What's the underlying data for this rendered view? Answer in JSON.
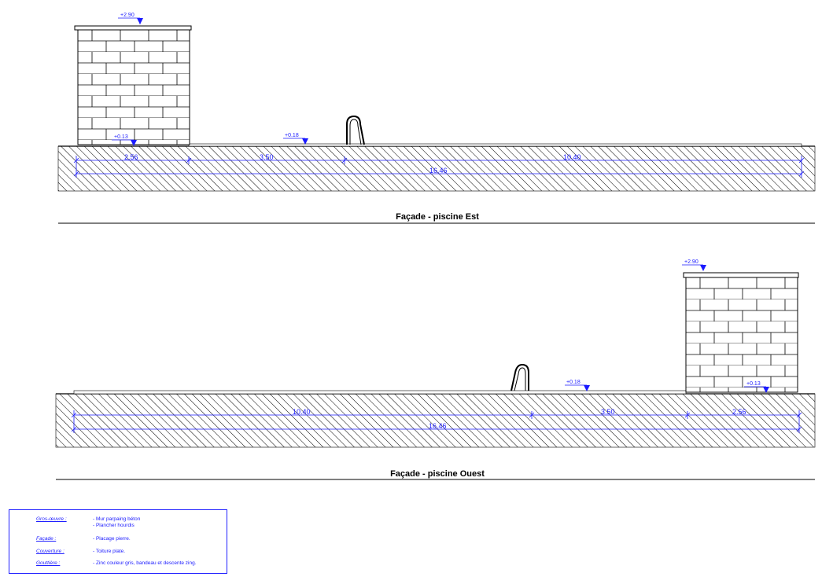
{
  "east": {
    "title": "Façade - piscine Est",
    "elev_top": "+2.90",
    "elev_wall_floor": "+0.13",
    "elev_deck": "+0.18",
    "dims_segments": [
      "2.56",
      "3.50",
      "10.40"
    ],
    "dim_total": "16.46"
  },
  "west": {
    "title": "Façade - piscine Ouest",
    "elev_top": "+2.90",
    "elev_wall_floor": "+0.13",
    "elev_deck": "+0.18",
    "dims_segments": [
      "10.40",
      "3.50",
      "2.56"
    ],
    "dim_total": "16.46"
  },
  "legend": {
    "rows": [
      {
        "key": "Gros-œuvre :",
        "value": "- Mur parpaing béton\n- Plancher hourdis"
      },
      {
        "key": "Façade :",
        "value": "- Placage pierre."
      },
      {
        "key": "Couverture :",
        "value": "- Toiture plate."
      },
      {
        "key": "Gouttière :",
        "value": "- Zinc couleur gris, bandeau et descente zing."
      }
    ]
  },
  "colors": {
    "dimension": "#1a1aff",
    "line": "#000000"
  }
}
